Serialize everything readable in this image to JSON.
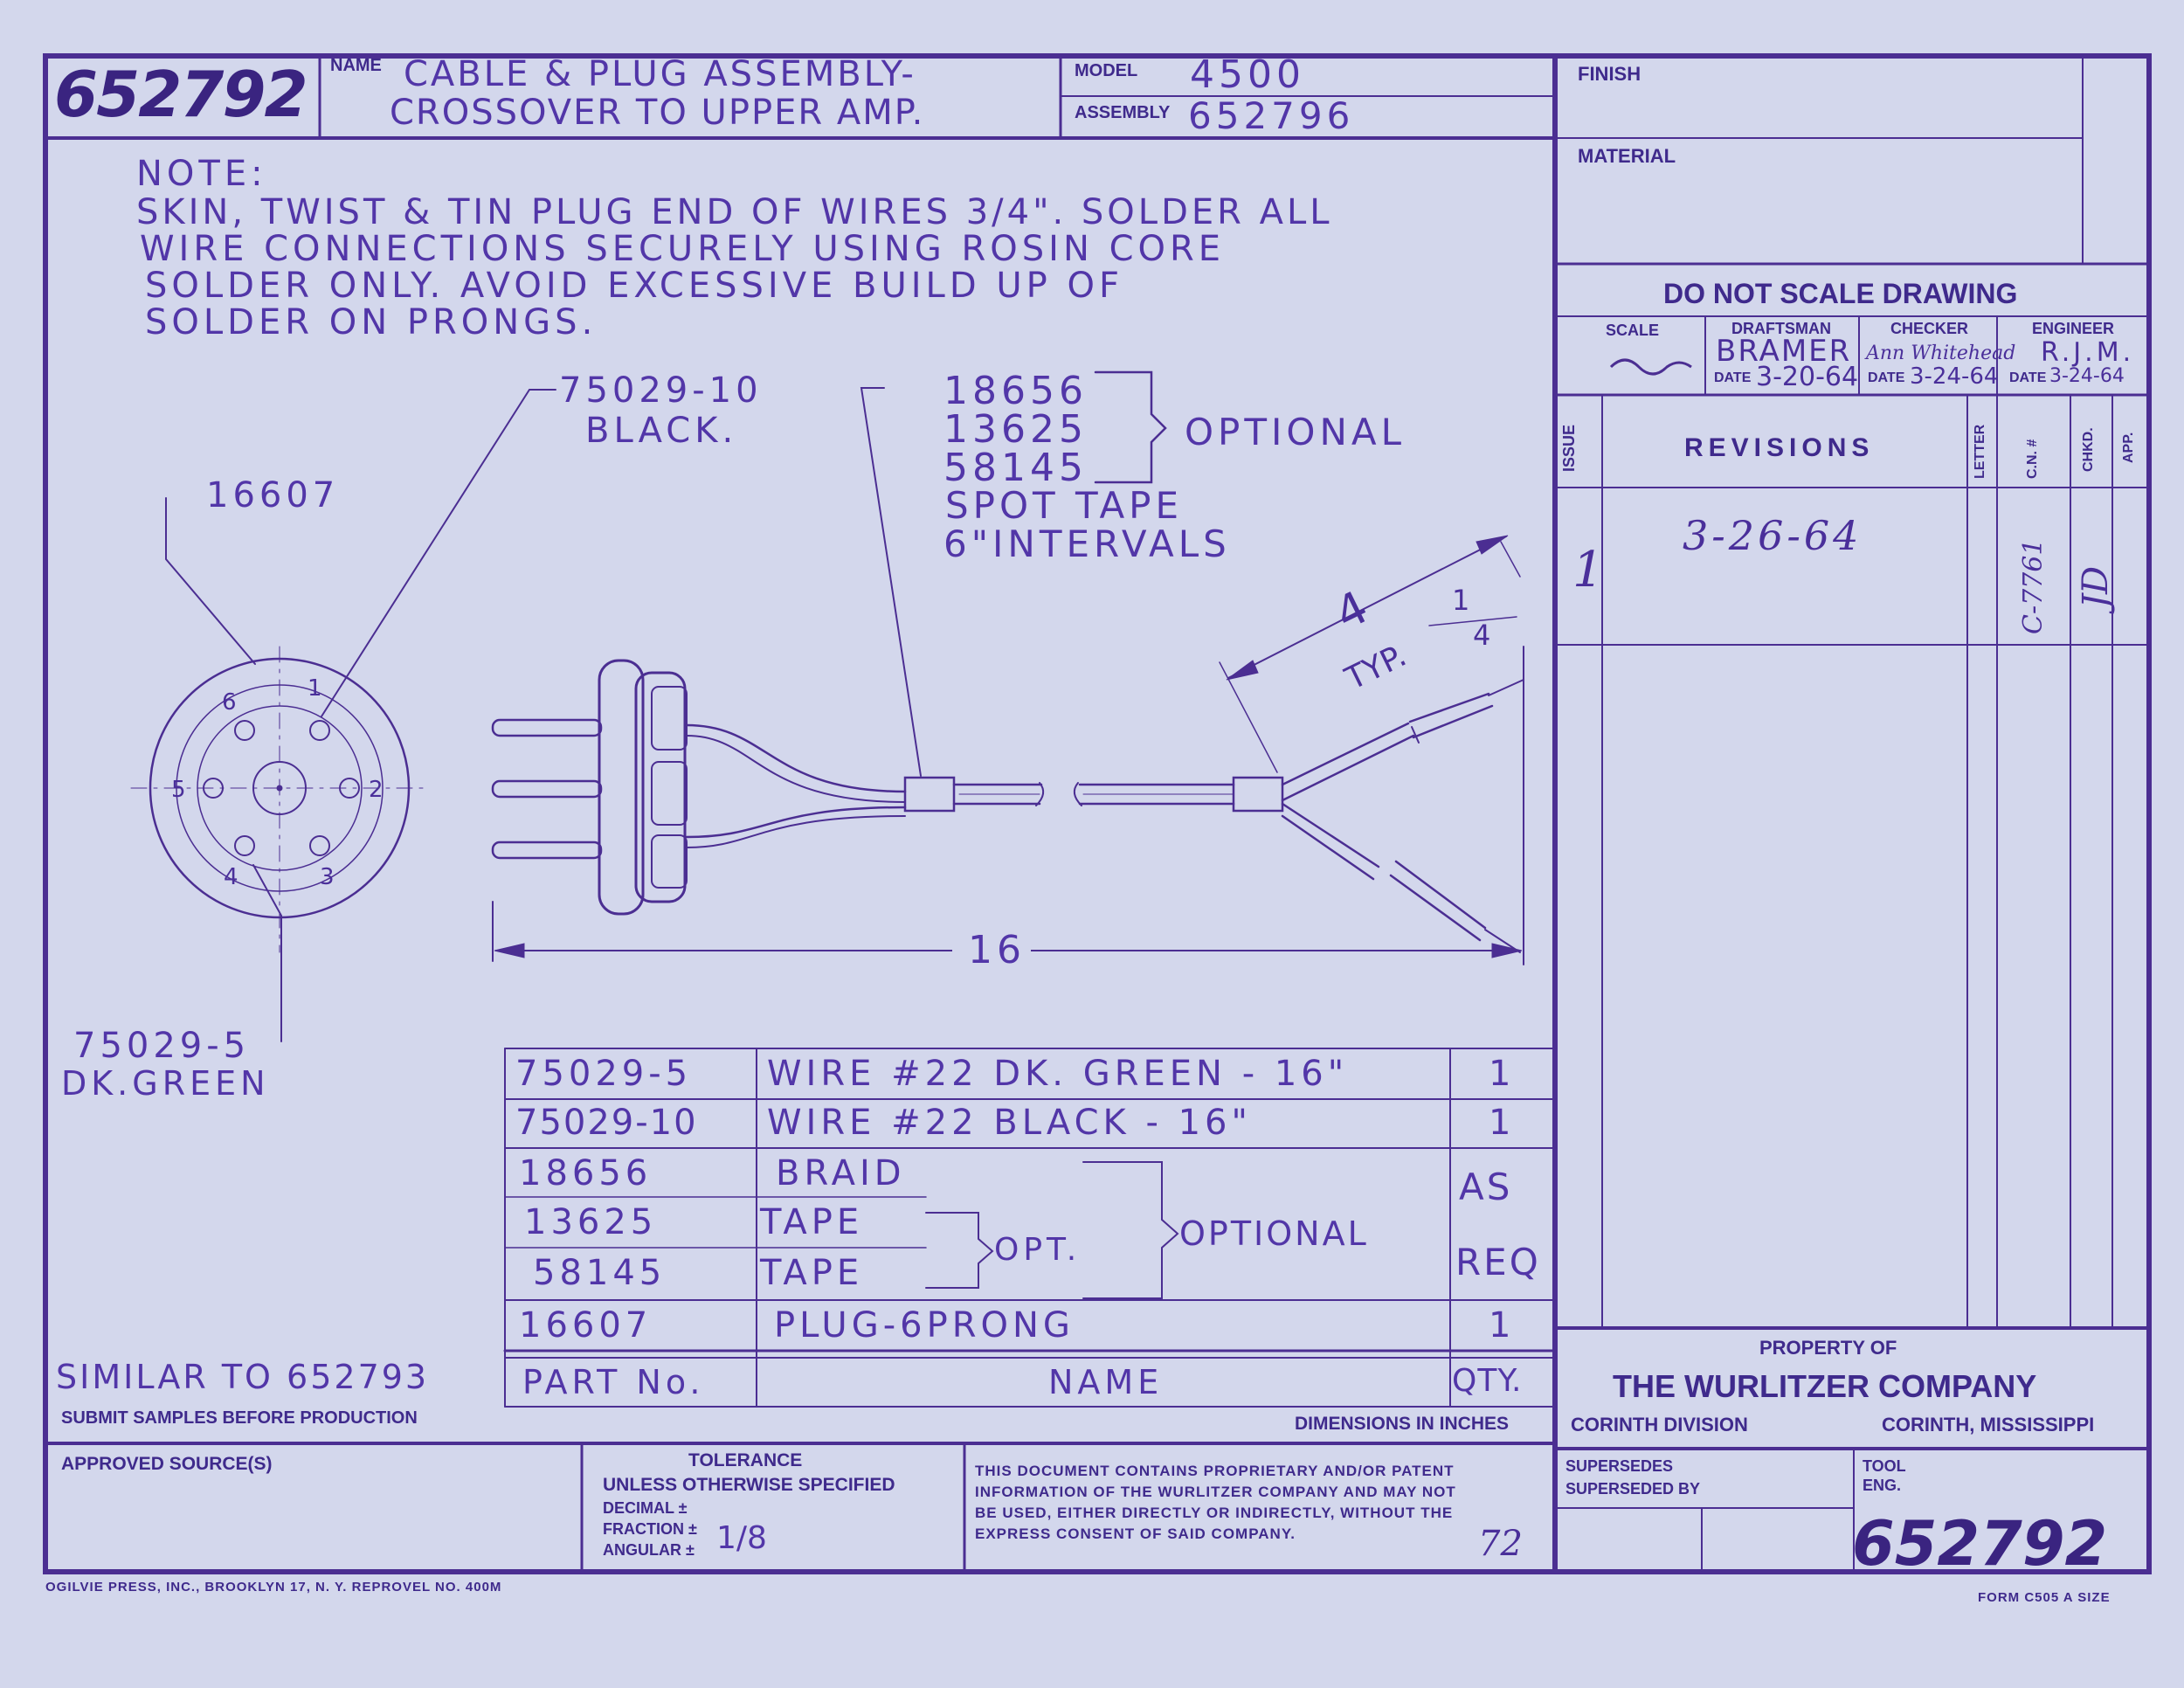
{
  "title_block": {
    "drawing_no_top": "652792",
    "name_label": "NAME",
    "name_line1": "CABLE & PLUG ASSEMBLY-",
    "name_line2": "CROSSOVER TO UPPER AMP.",
    "model_label": "MODEL",
    "model_value": "4500",
    "assembly_label": "ASSEMBLY",
    "assembly_value": "652796",
    "finish_label": "FINISH",
    "material_label": "MATERIAL",
    "do_not_scale": "DO NOT SCALE DRAWING",
    "scale_label": "SCALE",
    "draftsman_label": "DRAFTSMAN",
    "draftsman_value": "BRAMER",
    "checker_label": "CHECKER",
    "checker_value": "Ann Whitehead",
    "engineer_label": "ENGINEER",
    "engineer_value": "R.J.M.",
    "date_label": "DATE",
    "draftsman_date": "3-20-64",
    "checker_date": "3-24-64",
    "engineer_date": "3-24-64"
  },
  "revisions": {
    "issue_label": "ISSUE",
    "title": "REVISIONS",
    "letter_label": "LETTER",
    "cn_label": "C.N. #",
    "chkd_label": "CHKD.",
    "app_label": "APP.",
    "rows": [
      {
        "issue": "1",
        "text": "3-26-64",
        "cn": "C-7761",
        "chkd": "JD"
      }
    ]
  },
  "note": {
    "heading": "NOTE:",
    "line1": "SKIN, TWIST & TIN PLUG END OF WIRES 3/4\". SOLDER ALL",
    "line2": "WIRE CONNECTIONS SECURELY USING ROSIN CORE",
    "line3": "SOLDER ONLY. AVOID EXCESSIVE BUILD UP OF",
    "line4": "SOLDER ON PRONGS."
  },
  "drawing": {
    "plug_label": "16607",
    "black_wire_no": "75029-10",
    "black_wire_color": "BLACK.",
    "green_wire_no": "75029-5",
    "green_wire_color": "DK.GREEN",
    "opt_1": "18656",
    "opt_2": "13625",
    "opt_3": "58145",
    "optional": "OPTIONAL",
    "spot_tape": "SPOT TAPE",
    "intervals": "6\"INTERVALS",
    "dim_strip": "4",
    "dim_typ": "TYP.",
    "dim_fraction_num": "1",
    "dim_fraction_den": "4",
    "dim_length": "16",
    "pins": [
      "1",
      "2",
      "3",
      "4",
      "5",
      "6"
    ]
  },
  "bom": {
    "headers": {
      "part": "PART No.",
      "name": "NAME",
      "qty": "QTY."
    },
    "rows": [
      {
        "part": "75029-5",
        "name": "WIRE #22 DK. GREEN - 16\"",
        "qty": "1"
      },
      {
        "part": "75029-10",
        "name": "WIRE #22 BLACK - 16\"",
        "qty": "1"
      },
      {
        "part": "18656",
        "name": "BRAID",
        "qty": ""
      },
      {
        "part": "13625",
        "name": "TAPE",
        "qty": ""
      },
      {
        "part": "58145",
        "name": "TAPE",
        "qty": ""
      },
      {
        "part": "16607",
        "name": "PLUG-6PRONG",
        "qty": "1"
      }
    ],
    "opt_short": "OPT.",
    "optional": "OPTIONAL",
    "as_req_1": "AS",
    "as_req_2": "REQ"
  },
  "footer": {
    "similar_to": "SIMILAR TO 652793",
    "submit_samples": "SUBMIT SAMPLES BEFORE PRODUCTION",
    "dimensions": "DIMENSIONS IN INCHES",
    "property_of": "PROPERTY OF",
    "company": "THE WURLITZER COMPANY",
    "division": "CORINTH DIVISION",
    "city": "CORINTH, MISSISSIPPI",
    "approved_sources": "APPROVED SOURCE(S)",
    "tolerance": "TOLERANCE",
    "unless": "UNLESS OTHERWISE SPECIFIED",
    "decimal": "DECIMAL ±",
    "fraction": "FRACTION ±",
    "fraction_value": "1/8",
    "angular": "ANGULAR ±",
    "proprietary_1": "THIS DOCUMENT CONTAINS PROPRIETARY AND/OR PATENT",
    "proprietary_2": "INFORMATION OF THE WURLITZER COMPANY AND MAY NOT",
    "proprietary_3": "BE USED, EITHER DIRECTLY OR INDIRECTLY, WITHOUT THE",
    "proprietary_4": "EXPRESS CONSENT OF SAID COMPANY.",
    "initials": "72",
    "supersedes": "SUPERSEDES",
    "superseded_by": "SUPERSEDED BY",
    "tool_eng_1": "TOOL",
    "tool_eng_2": "ENG.",
    "drawing_no_bottom": "652792",
    "printer": "OGILVIE PRESS, INC., BROOKLYN 17, N. Y.     REPROVEL NO. 400M",
    "form": "FORM C505 A SIZE"
  },
  "colors": {
    "paper": "#d3d7ec",
    "ink": "#4a2f9a",
    "line": "#4b2e92"
  }
}
